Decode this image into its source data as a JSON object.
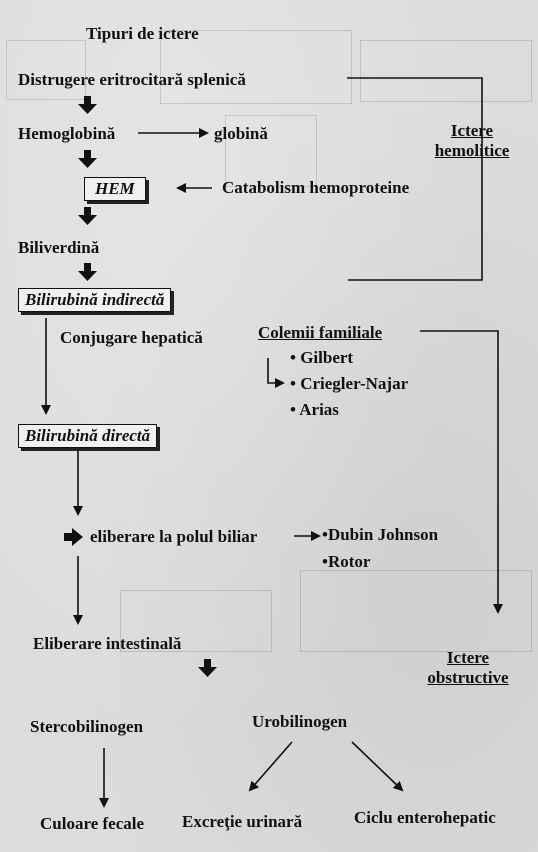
{
  "title": "Tipuri de ictere",
  "nodes": {
    "distrugere": "Distrugere eritrocitară splenică",
    "hemoglobina": "Hemoglobină",
    "globina": "globină",
    "hem": "HEM",
    "catabolism": "Catabolism hemoproteine",
    "biliverdina": "Biliverdină",
    "bilirubina_indirecta": "Bilirubină indirectă",
    "conjugare": "Conjugare hepatică",
    "bilirubina_directa": "Bilirubină directă",
    "eliberare_polul": "eliberare la polul biliar",
    "eliberare_intestinala": "Eliberare intestinală",
    "stercobilinogen": "Stercobilinogen",
    "urobilinogen": "Urobilinogen",
    "culoare_fecale": "Culoare fecale",
    "excretie_urinara": "Excreţie urinară",
    "ciclu": "Ciclu enterohepatic"
  },
  "ictere_hemolitice": [
    "Ictere",
    "hemolitice"
  ],
  "ictere_obstructive": [
    "Ictere",
    "obstructive"
  ],
  "colemii": {
    "title": "Colemii familiale",
    "items": [
      "Gilbert",
      "Criegler-Najar",
      "Arias"
    ]
  },
  "polul_items": [
    "•Dubin Johnson",
    "•Rotor"
  ]
}
